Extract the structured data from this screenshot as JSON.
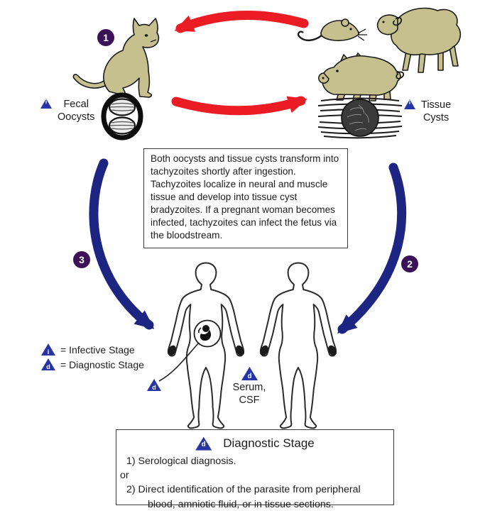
{
  "steps": {
    "step1": "1",
    "step2": "2",
    "step3": "3"
  },
  "labels": {
    "fecal_oocysts": [
      "Fecal",
      "Oocysts"
    ],
    "tissue_cysts": [
      "Tissue",
      "Cysts"
    ],
    "serum_csf": [
      "Serum,",
      "CSF"
    ]
  },
  "icons": {
    "infective_letter": "i",
    "diagnostic_letter": "d"
  },
  "info_box": {
    "text": "Both oocysts and tissue cysts transform into tachyzoites shortly after ingestion. Tachyzoites localize in neural and muscle tissue and develop into tissue cyst bradyzoites. If a pregnant woman becomes infected, tachyzoites can infect the fetus via the bloodstream."
  },
  "legend": {
    "infective": "= Infective Stage",
    "diagnostic": "= Diagnostic Stage"
  },
  "diagnostic_box": {
    "title": "Diagnostic Stage",
    "item1": "1) Serological diagnosis.",
    "or_label": "or",
    "item2_line1": "2) Direct identification of the parasite from peripheral",
    "item2_line2": "blood, amniotic fluid, or in tissue sections."
  },
  "colors": {
    "red_arrow": "#ec1c24",
    "blue_arrow": "#1d2583",
    "purple_badge": "#3b1258",
    "triangle_blue": "#2634a4",
    "animal_fill": "#c6c08f"
  }
}
